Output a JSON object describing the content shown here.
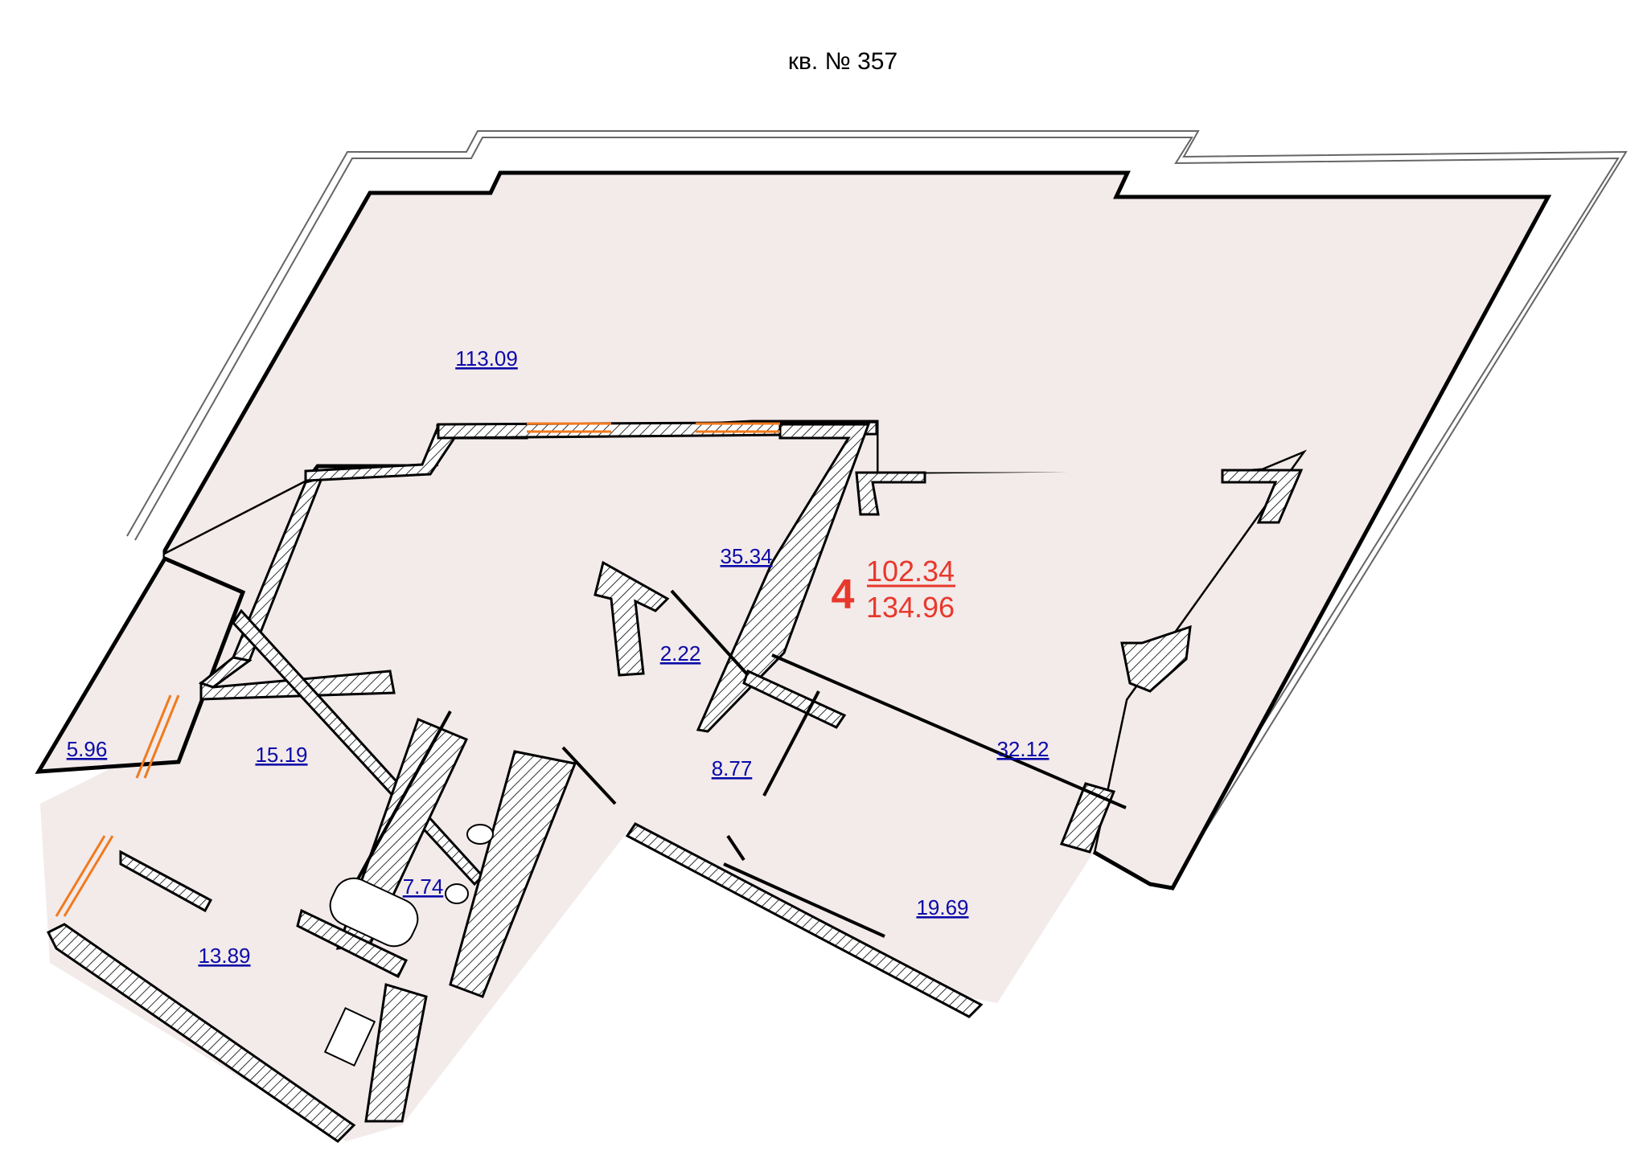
{
  "title": "кв. № 357",
  "colors": {
    "floor": "#f3eaea",
    "wall_hatch": "#000000",
    "room_label": "#0a0aa8",
    "apartment_info": "#e8382c",
    "window": "#f07a1e"
  },
  "apartment": {
    "rooms_count": "4",
    "living_area": "102.34",
    "total_area": "134.96"
  },
  "rooms": {
    "terrace": "113.09",
    "living_room": "35.34",
    "storage": "2.22",
    "balcony": "5.96",
    "bedroom_1": "15.19",
    "hall": "8.77",
    "room_right": "32.12",
    "bathroom": "7.74",
    "kitchen": "13.89",
    "bedroom_2": "19.69"
  }
}
